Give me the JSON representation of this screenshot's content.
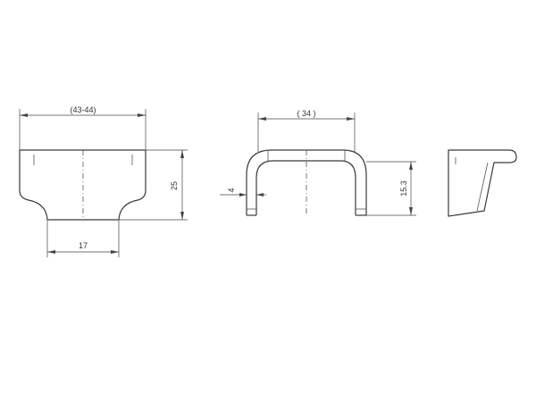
{
  "front_view": {
    "width_dimension": "(43-44)",
    "height_dimension": "25",
    "stem_dimension": "17"
  },
  "side_view": {
    "length_dimension": "( 34 )",
    "height_dimension": "15.3",
    "wire_dimension": "4"
  },
  "colors": {
    "line": "#3a3a3a",
    "dimension": "#444444",
    "background": "#ffffff"
  }
}
